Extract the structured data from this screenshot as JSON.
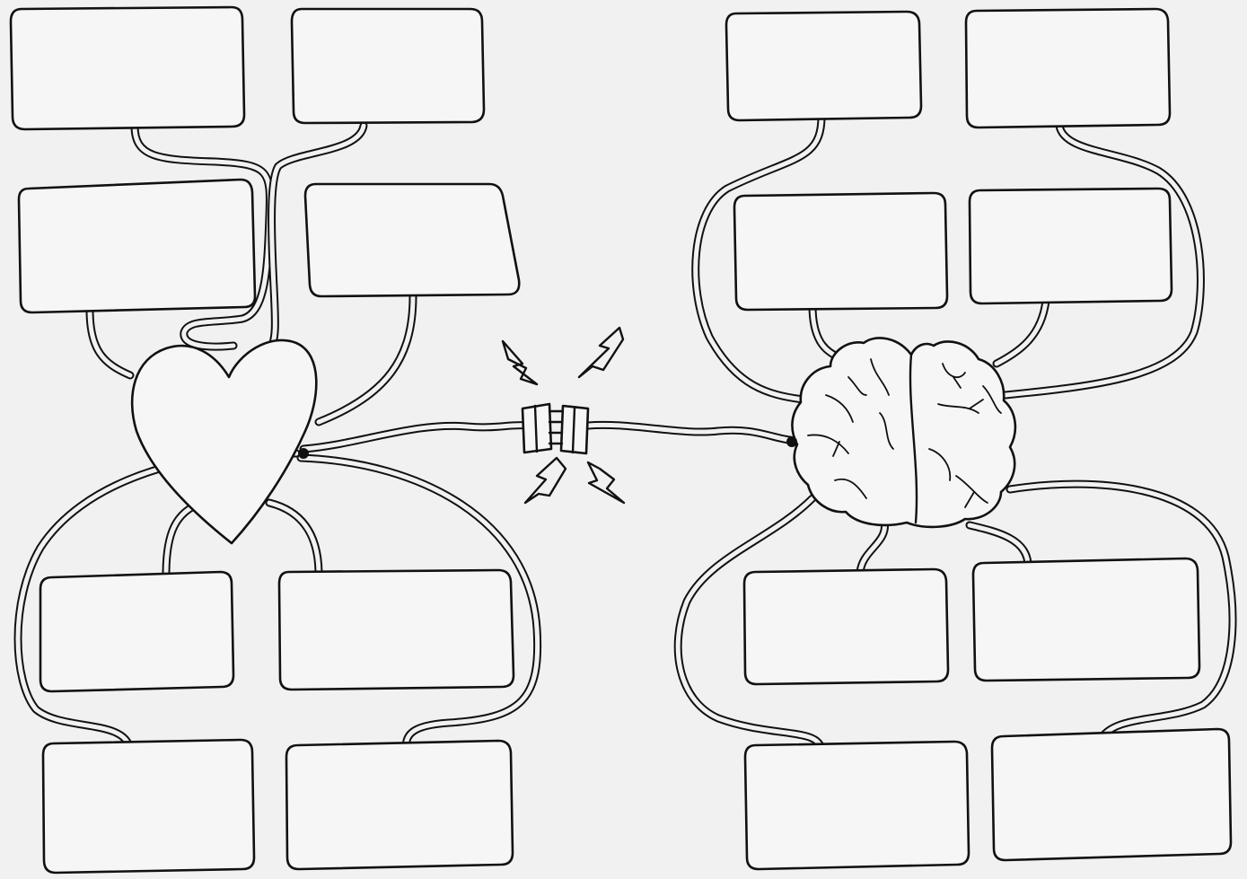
{
  "diagram": {
    "description_visible_text": "",
    "heart_side": {
      "boxes": [
        {
          "id": "h1",
          "text": ""
        },
        {
          "id": "h2",
          "text": ""
        },
        {
          "id": "h3",
          "text": ""
        },
        {
          "id": "h4",
          "text": ""
        },
        {
          "id": "h5",
          "text": ""
        },
        {
          "id": "h6",
          "text": ""
        },
        {
          "id": "h7",
          "text": ""
        },
        {
          "id": "h8",
          "text": ""
        }
      ]
    },
    "brain_side": {
      "boxes": [
        {
          "id": "b1",
          "text": ""
        },
        {
          "id": "b2",
          "text": ""
        },
        {
          "id": "b3",
          "text": ""
        },
        {
          "id": "b4",
          "text": ""
        },
        {
          "id": "b5",
          "text": ""
        },
        {
          "id": "b6",
          "text": ""
        },
        {
          "id": "b7",
          "text": ""
        },
        {
          "id": "b8",
          "text": ""
        }
      ]
    },
    "icons": {
      "left_hub": "heart-icon",
      "right_hub": "brain-icon",
      "connector": "plug-connector-icon",
      "sparks": "lightning-bolt-icon"
    },
    "colors": {
      "ink": "#111111",
      "paper": "#f1f1f1"
    }
  }
}
